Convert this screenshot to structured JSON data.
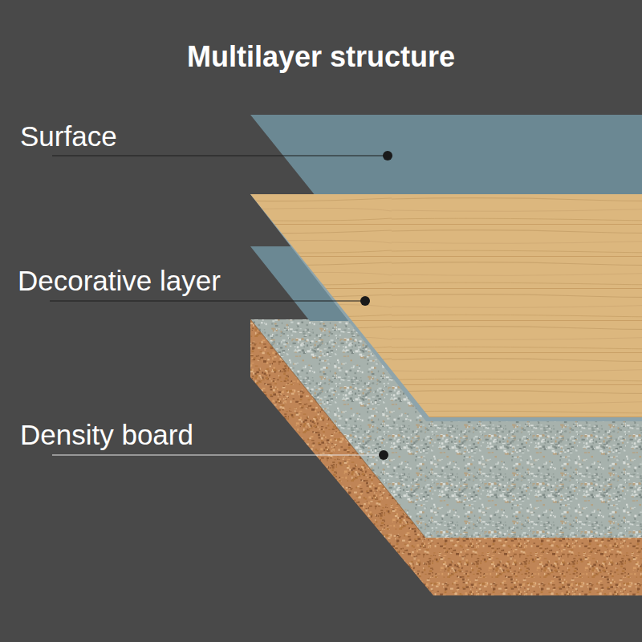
{
  "diagram": {
    "title": "Multilayer structure",
    "labels": [
      "Surface",
      "Decorative layer",
      "Density board"
    ]
  }
}
